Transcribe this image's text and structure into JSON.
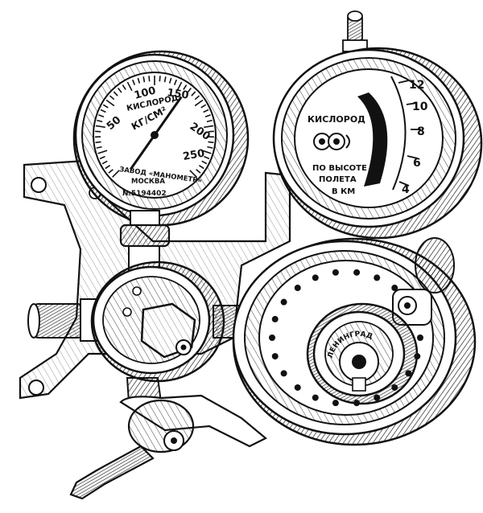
{
  "left_gauge": {
    "ticks": [
      "100",
      "150",
      "50",
      "200",
      "250"
    ],
    "top_label": "КИСЛОРОД",
    "unit_label": "КГ/СМ²",
    "brand_line1": "ЗАВОД «МАНОМЕТР»",
    "brand_line2": "МОСКВА",
    "serial": "№5194402",
    "needle_value": 170
  },
  "right_gauge": {
    "line1": "КИСЛОРОД",
    "line2": "ПО ВЫСОТЕ",
    "line3": "ПОЛЕТА",
    "unit": "В КМ",
    "scale": [
      "12",
      "10",
      "8",
      "6",
      "4"
    ]
  },
  "dial_regulator": {
    "knob_text": "ЛЕНИНГРАД"
  }
}
